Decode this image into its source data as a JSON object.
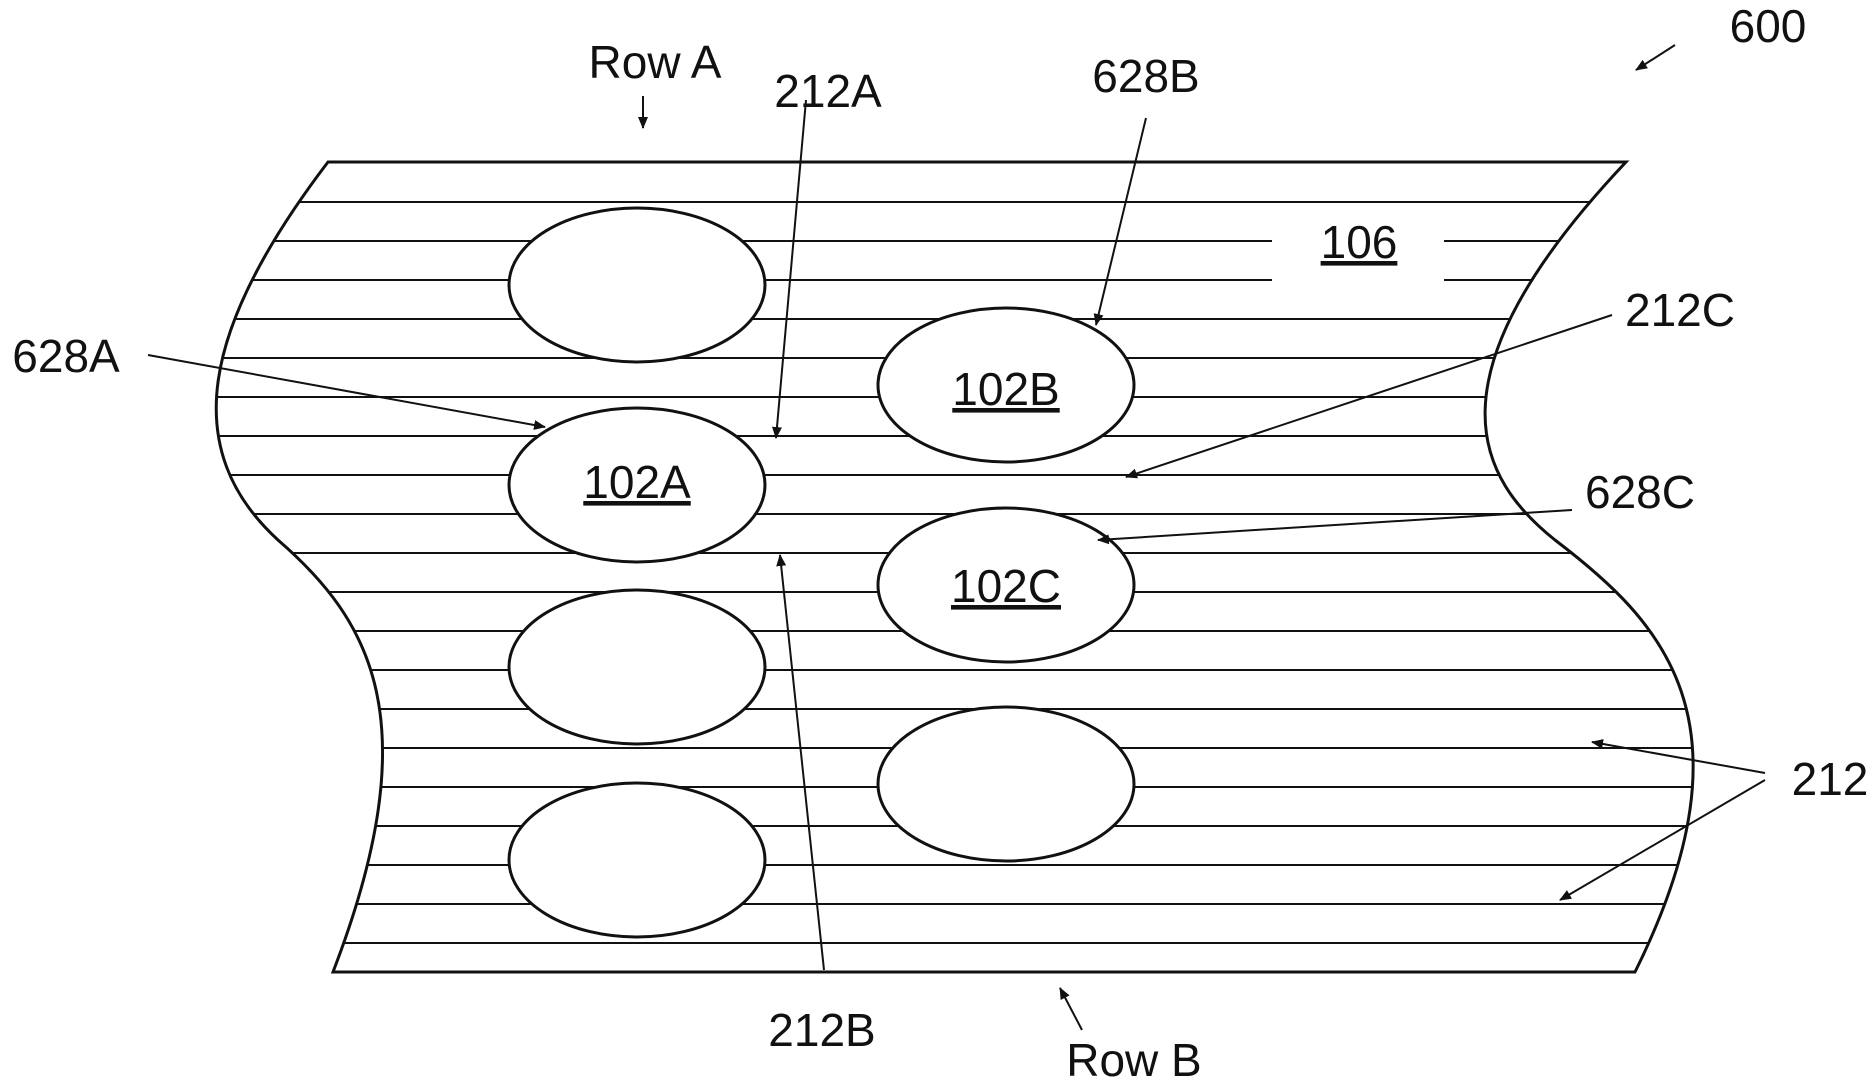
{
  "figure": {
    "number": "600",
    "row_top": "Row A",
    "row_bottom": "Row B",
    "region_label": "106",
    "callouts": {
      "c212A": "212A",
      "c212B": "212B",
      "c212C": "212C",
      "c212": "212",
      "c628A": "628A",
      "c628B": "628B",
      "c628C": "628C"
    },
    "elements": {
      "e102A": "102A",
      "e102B": "102B",
      "e102C": "102C"
    }
  }
}
